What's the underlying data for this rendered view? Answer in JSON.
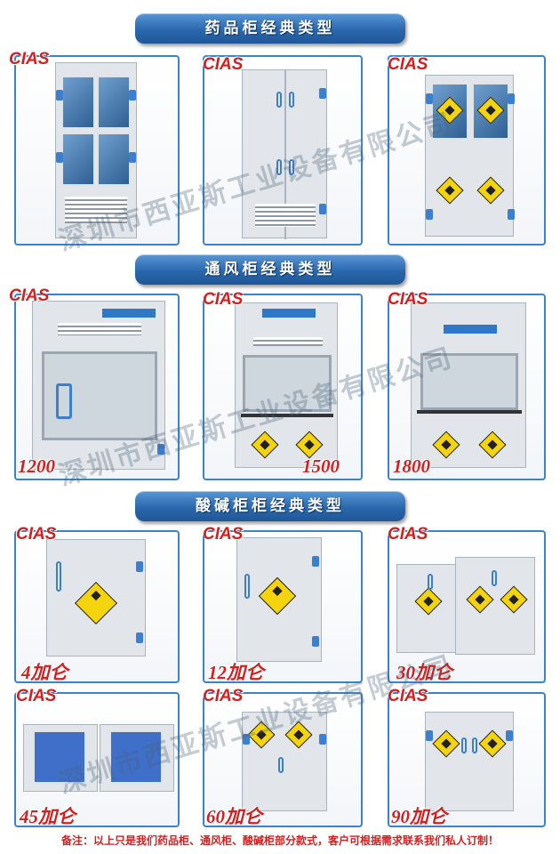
{
  "sections": [
    {
      "title": "药品柜经典类型"
    },
    {
      "title": "通风柜经典类型"
    },
    {
      "title": "酸碱柜柜经典类型"
    }
  ],
  "brand": "CIAS",
  "watermark": "深圳市西亚斯工业设备有限公司",
  "hood_sizes": [
    "1200",
    "1500",
    "1800"
  ],
  "acid_capacities": [
    "4加仑",
    "12加仑",
    "30加仑",
    "45加仑",
    "60加仑",
    "90加仑"
  ],
  "footnote": "备注：以上只是我们药品柜、通风柜、酸碱柜部分款式，客户可根据需求联系我们私人订制！",
  "colors": {
    "banner": "#2a67ad",
    "frame": "#3c84c9",
    "label_red": "#d41f1f"
  }
}
